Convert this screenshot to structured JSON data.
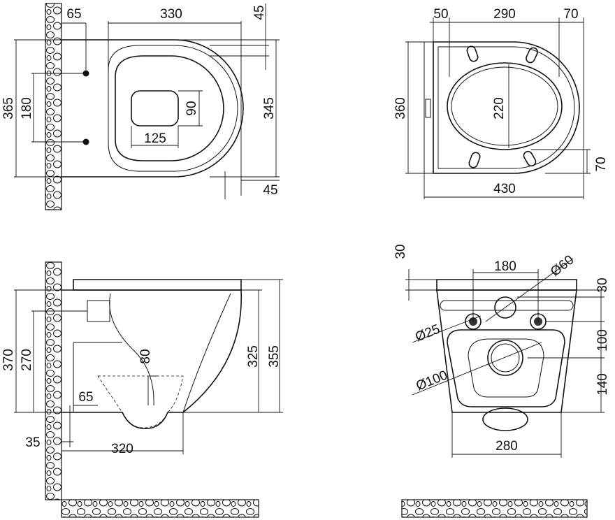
{
  "drawing": {
    "top_view": {
      "wall_offset": "65",
      "length": "330",
      "rim_offset": "45",
      "total_width": "365",
      "bolt_spacing": "180",
      "inner_width": "345",
      "opening_depth": "90",
      "opening_width": "125",
      "front_offset": "45"
    },
    "seat_view": {
      "rear": "50",
      "middle": "290",
      "front": "70",
      "depth": "360",
      "ring_depth": "220",
      "bumper_offset": "70",
      "width": "430"
    },
    "side_view": {
      "overall_height": "370",
      "fixing_height": "270",
      "water_depth": "80",
      "bowl_height": "325",
      "total_height": "355",
      "outlet_offset": "65",
      "wall_gap": "35",
      "outlet_length": "320"
    },
    "rear_view": {
      "top_offset": "30",
      "bolt_spacing": "180",
      "inlet_diameter": "Ø60",
      "inlet_offset": "30",
      "bolt_diameter": "Ø25",
      "bolt_to_outlet": "100",
      "outlet_diameter": "Ø100",
      "outlet_height": "140",
      "width": "280"
    }
  }
}
